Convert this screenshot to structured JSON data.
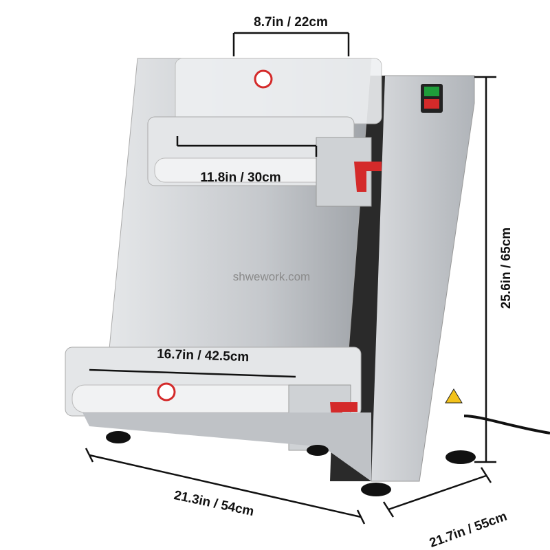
{
  "product": {
    "watermark": "shwework.com",
    "dimensions": {
      "top_roller_width": "8.7in / 22cm",
      "upper_roller_width": "11.8in / 30cm",
      "lower_roller_width": "16.7in / 42.5cm",
      "height": "25.6in / 65cm",
      "width": "21.3in / 54cm",
      "depth": "21.7in / 55cm"
    },
    "colors": {
      "steel": "#c9ccd0",
      "knob": "#d42a2a",
      "switch_green": "#1f9d3a",
      "switch_red": "#d42a2a",
      "warning": "#f3c21b"
    }
  }
}
